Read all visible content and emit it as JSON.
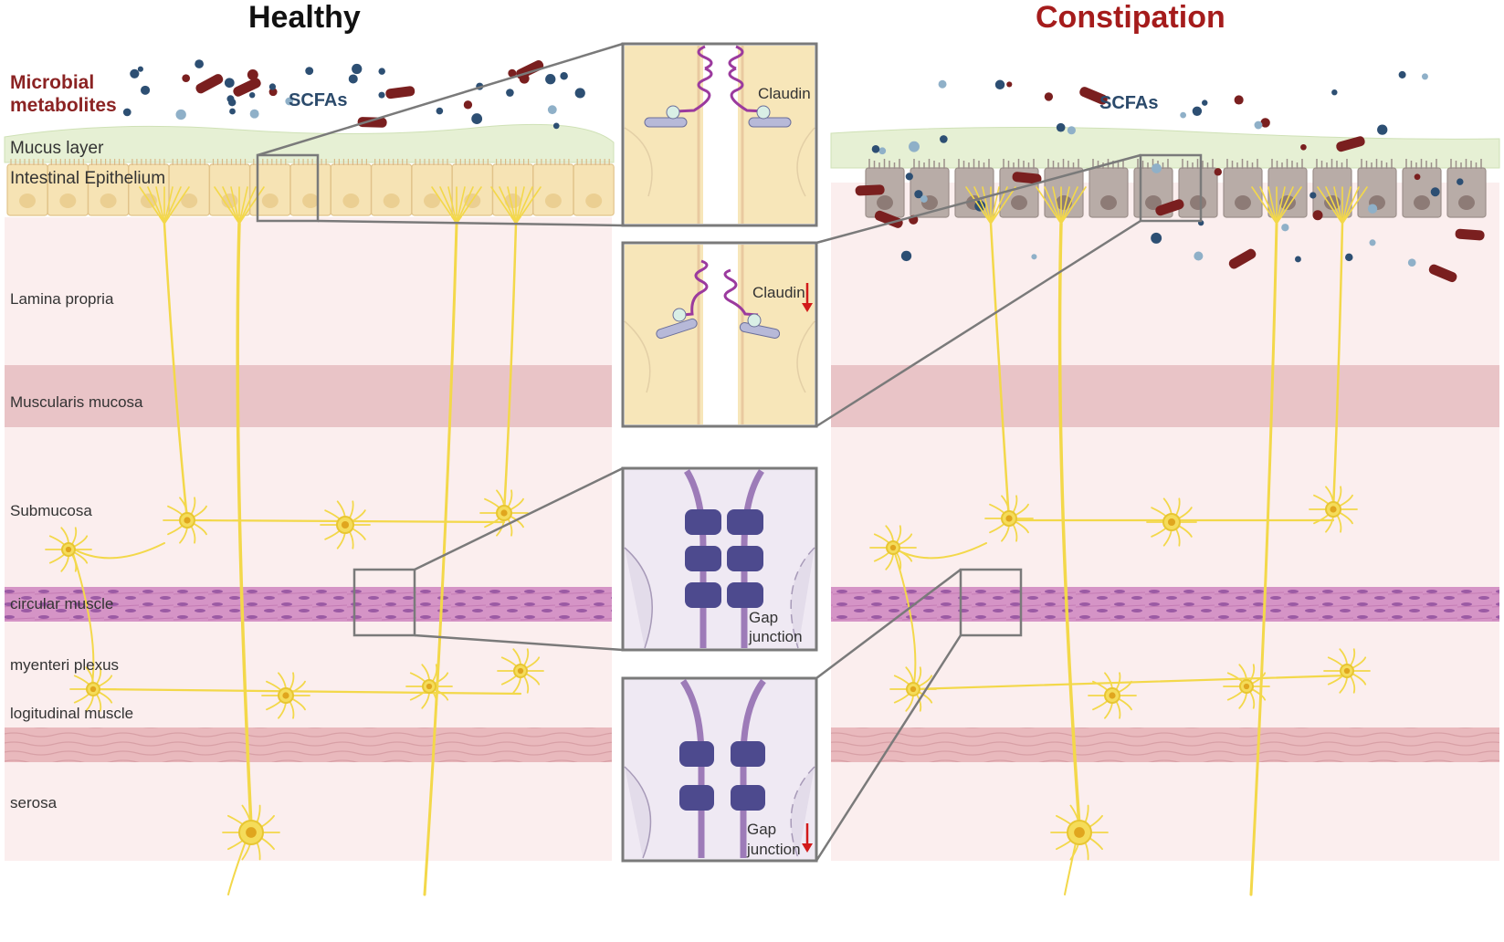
{
  "titles": {
    "healthy": "Healthy",
    "constipation": "Constipation"
  },
  "labels": {
    "microbial_metabolites_line1": "Microbial",
    "microbial_metabolites_line2": "metabolites",
    "scfas_healthy": "SCFAs",
    "scfas_constipation": "SCFAs",
    "mucus_layer": "Mucus layer",
    "intestinal_epithelium": "Intestinal Epithelium",
    "lamina_propria": "Lamina propria",
    "muscularis_mucosa": "Muscularis mucosa",
    "submucosa": "Submucosa",
    "circular_muscle": "circular muscle",
    "myenteric_plexus": "myenteri plexus",
    "longitudinal_muscle": "logitudinal muscle",
    "serosa": "serosa"
  },
  "insets": {
    "claudin_healthy": "Claudin",
    "claudin_constipation": "Claudin",
    "gap_junction_healthy_line1": "Gap",
    "gap_junction_healthy_line2": "junction",
    "gap_junction_constipation_line1": "Gap",
    "gap_junction_constipation_line2": "junction"
  },
  "colors": {
    "healthy_title": "#111111",
    "constipation_title": "#a51c1c",
    "microbial_label": "#8b2323",
    "scfa_label": "#2b4a6b",
    "mucus": "#e6f0d4",
    "epithelium_healthy": "#f6e3b4",
    "epithelium_constipation": "#b9aca6",
    "lamina_propria": "#fbeeee",
    "muscularis_mucosa": "#e9c3c6",
    "circular_muscle": "#d58fc3",
    "longitudinal_muscle": "#e8b8bc",
    "neuron": "#f5dc5a",
    "bacteria": "#7a1f1f",
    "scfa_dark": "#2d4f73",
    "scfa_light": "#8fb0c8",
    "claudin": "#9b3a9e",
    "gap_junction": "#4d4a8e",
    "down_arrow": "#d11a1a"
  },
  "icons": {
    "down_arrow_claudin": "down-arrow-icon",
    "down_arrow_gap_junction": "down-arrow-icon"
  }
}
